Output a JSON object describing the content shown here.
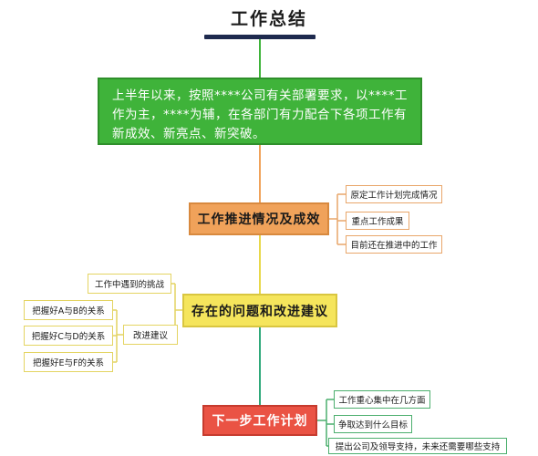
{
  "title": "工作总结",
  "intro": "上半年以来，按照****公司有关部署要求，以****工作为主，****为辅，在各部门有力配合下各项工作有新成效、新亮点、新突破。",
  "branches": [
    {
      "label": "工作推进情况及成效",
      "color": "#f0a25a",
      "children": [
        "原定工作计划完成情况",
        "重点工作成果",
        "目前还在推进中的工作"
      ]
    },
    {
      "label": "存在的问题和改进建议",
      "color": "#f5e55c",
      "children": [
        "工作中遇到的挑战",
        {
          "label": "改进建议",
          "children": [
            "把握好A与B的关系",
            "把握好C与D的关系",
            "把握好E与F的关系"
          ]
        }
      ]
    },
    {
      "label": "下一步工作计划",
      "color": "#ea5344",
      "children": [
        "工作重心集中在几方面",
        "争取达到什么目标",
        "提出公司及领导支持，未来还需要哪些支持"
      ]
    }
  ],
  "colors": {
    "trunk_green": "#3fb33a",
    "trunk_orange": "#f0a25a",
    "trunk_yellow": "#e8d84a",
    "trunk_teal": "#2fa97a",
    "title_bar": "#1e2a4e"
  }
}
